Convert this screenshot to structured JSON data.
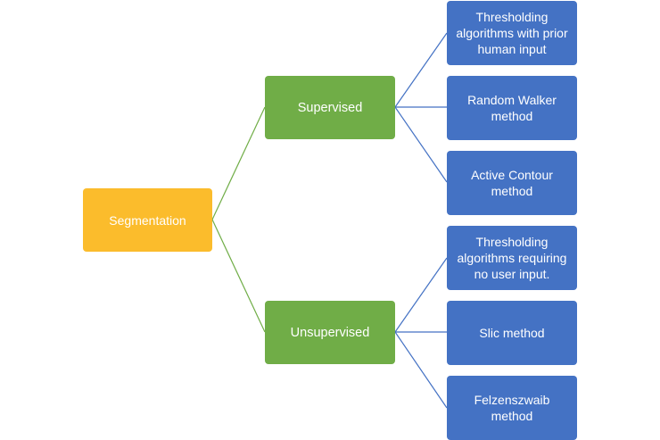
{
  "root": {
    "label": "Segmentation",
    "color": "#FBBC2C"
  },
  "branches": [
    {
      "label": "Supervised",
      "color": "#70AD47",
      "leaves": [
        "Thresholding algorithms with prior human input",
        "Random Walker method",
        "Active Contour method"
      ]
    },
    {
      "label": "Unsupervised",
      "color": "#70AD47",
      "leaves": [
        "Thresholding algorithms requiring no user input.",
        "Slic method",
        "Felzenszwaib method"
      ]
    }
  ],
  "leaf_color": "#4472C4",
  "connector_colors": {
    "root_to_branch": "#70AD47",
    "branch_to_leaf": "#4472C4"
  }
}
